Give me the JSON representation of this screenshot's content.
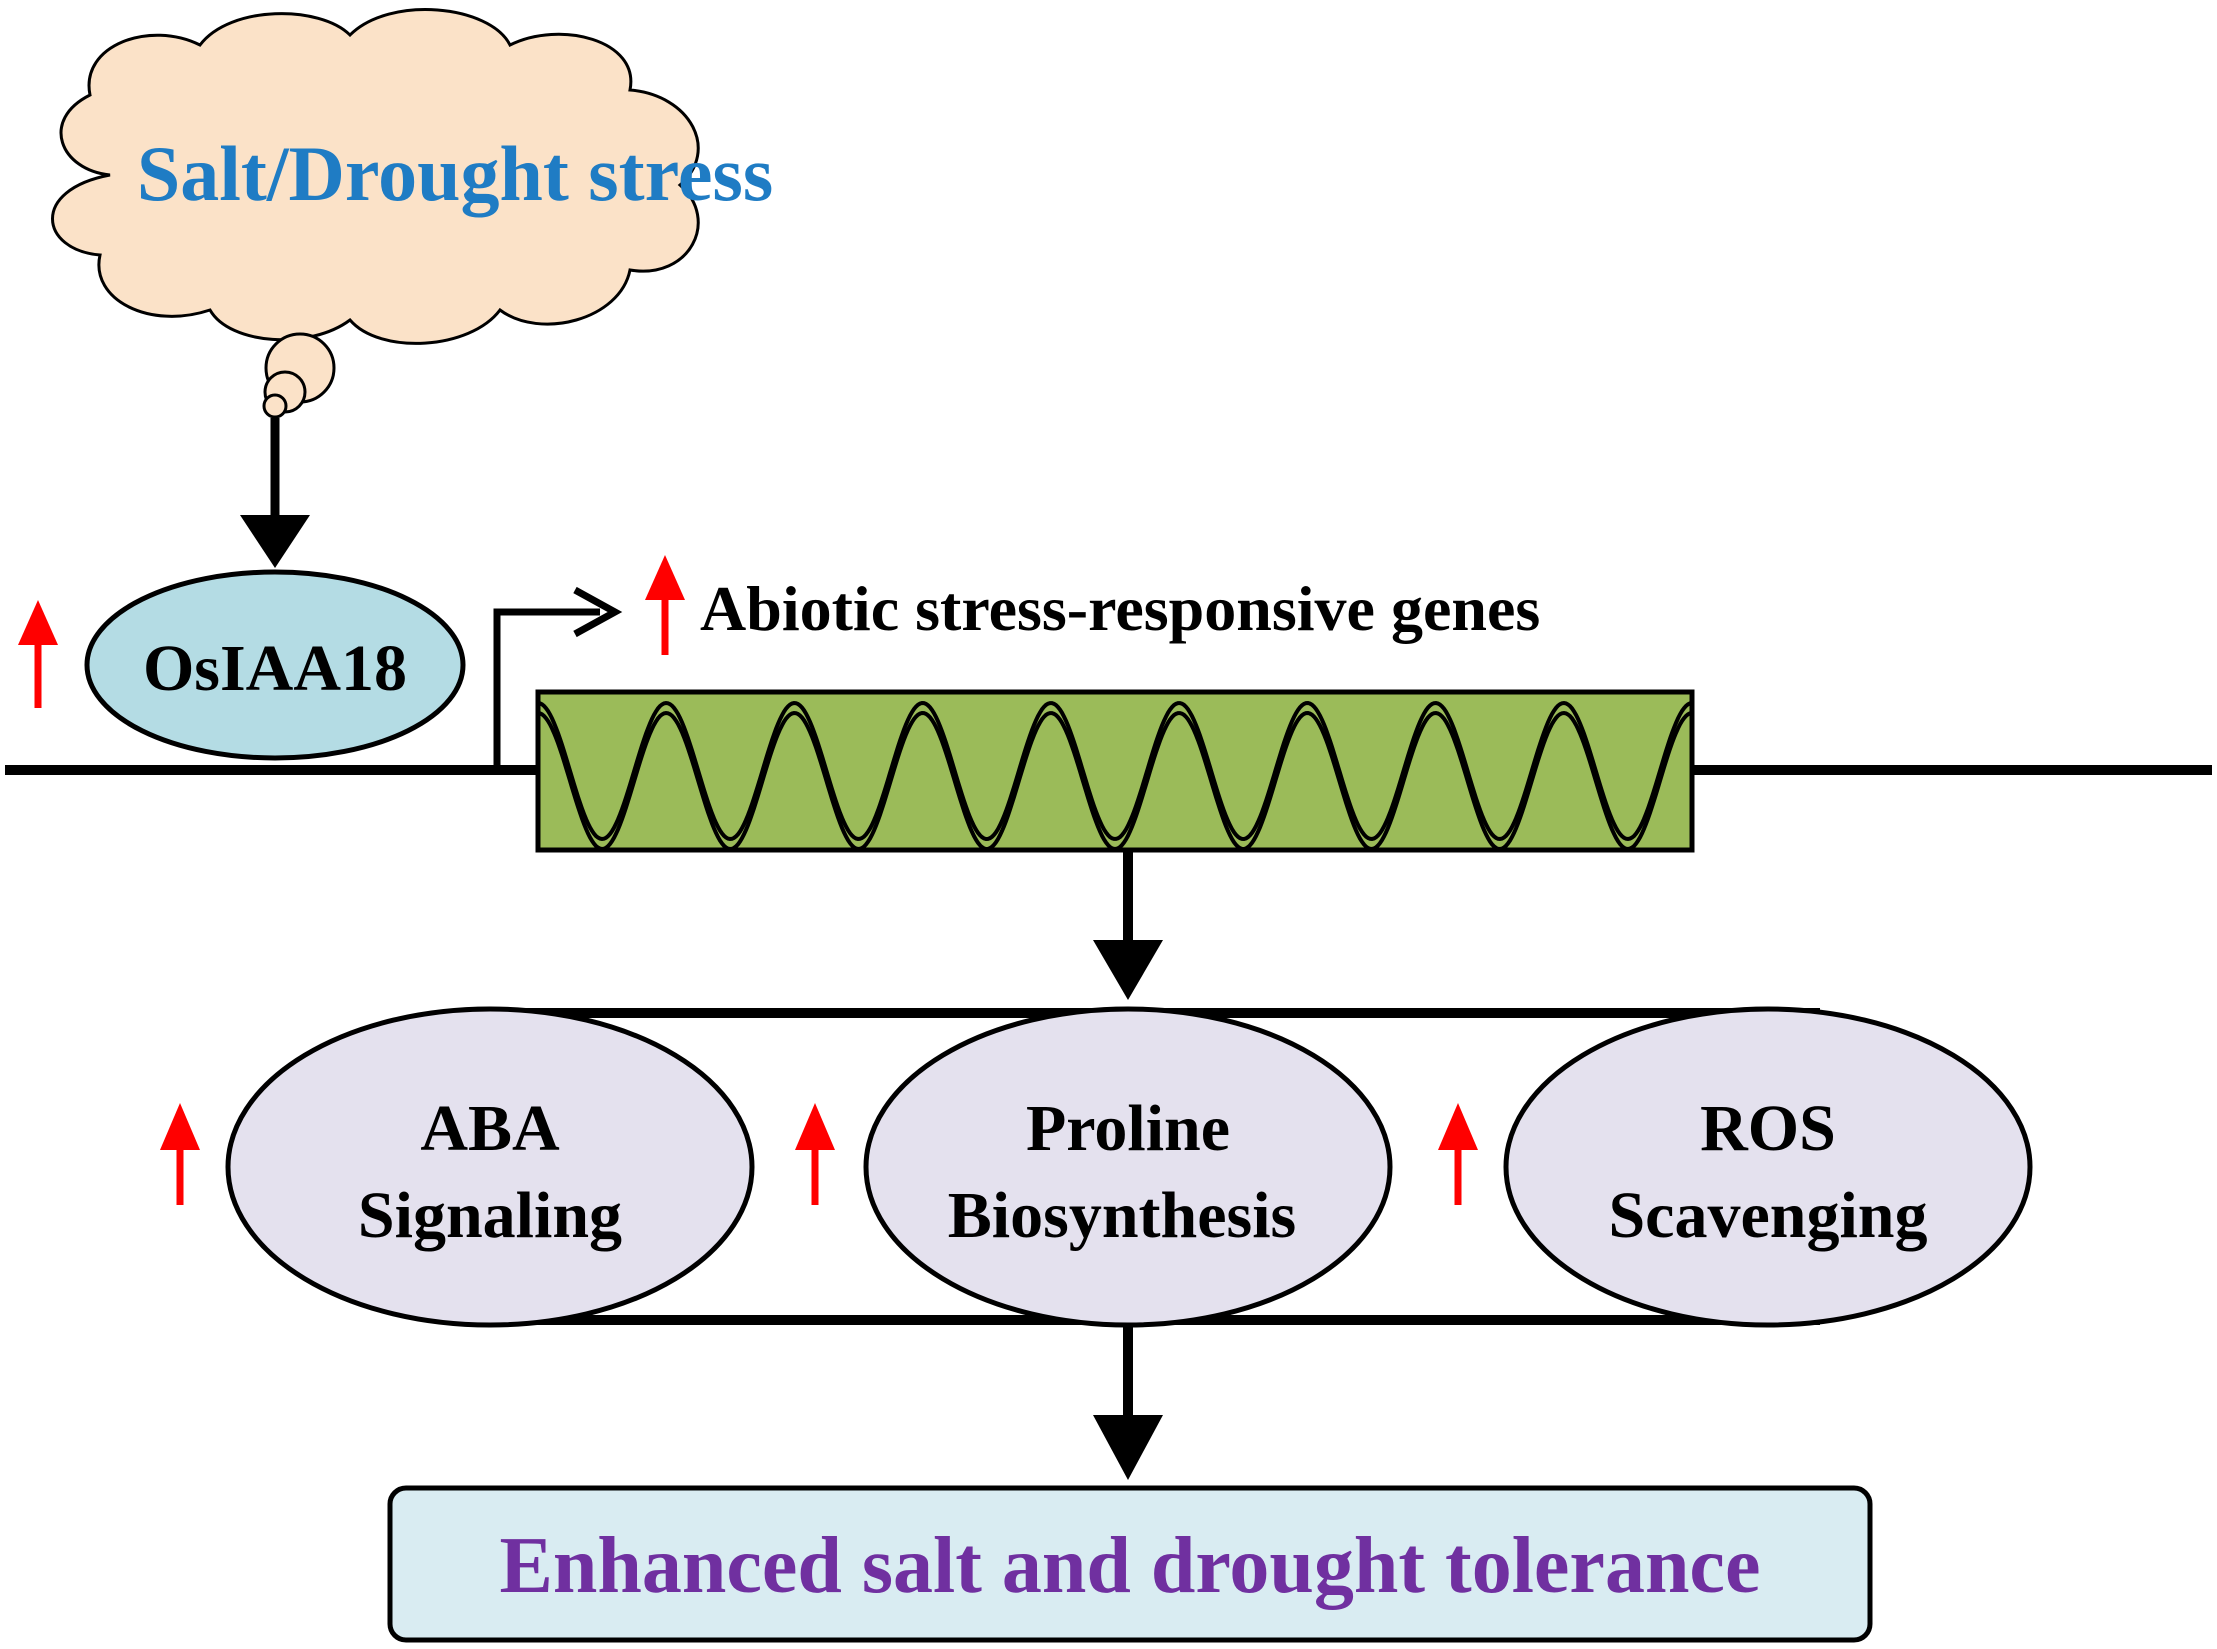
{
  "diagram": {
    "stress_label": "Salt/Drought stress",
    "protein_label": "OsIAA18",
    "gene_label": "Abiotic stress-responsive genes",
    "pathways": [
      {
        "line1": "ABA",
        "line2": "Signaling"
      },
      {
        "line1": "Proline",
        "line2": "Biosynthesis"
      },
      {
        "line1": "ROS",
        "line2": "Scavenging"
      }
    ],
    "outcome_label": "Enhanced salt and drought tolerance"
  },
  "colors": {
    "stress_text": "#1f7cc4",
    "cloud_fill": "#fbe2c8",
    "protein_fill": "#b4dce4",
    "gene_fill": "#9bbb59",
    "pathway_fill": "#e4e1ee",
    "outcome_fill": "#d9ecf2",
    "outcome_text": "#7030a0",
    "up_arrow": "#ff0000",
    "line": "#000000"
  },
  "icons": {
    "up_regulation": "red-up-arrow-icon",
    "thought": "thought-cloud-icon",
    "promoter": "promoter-arrow-icon"
  }
}
